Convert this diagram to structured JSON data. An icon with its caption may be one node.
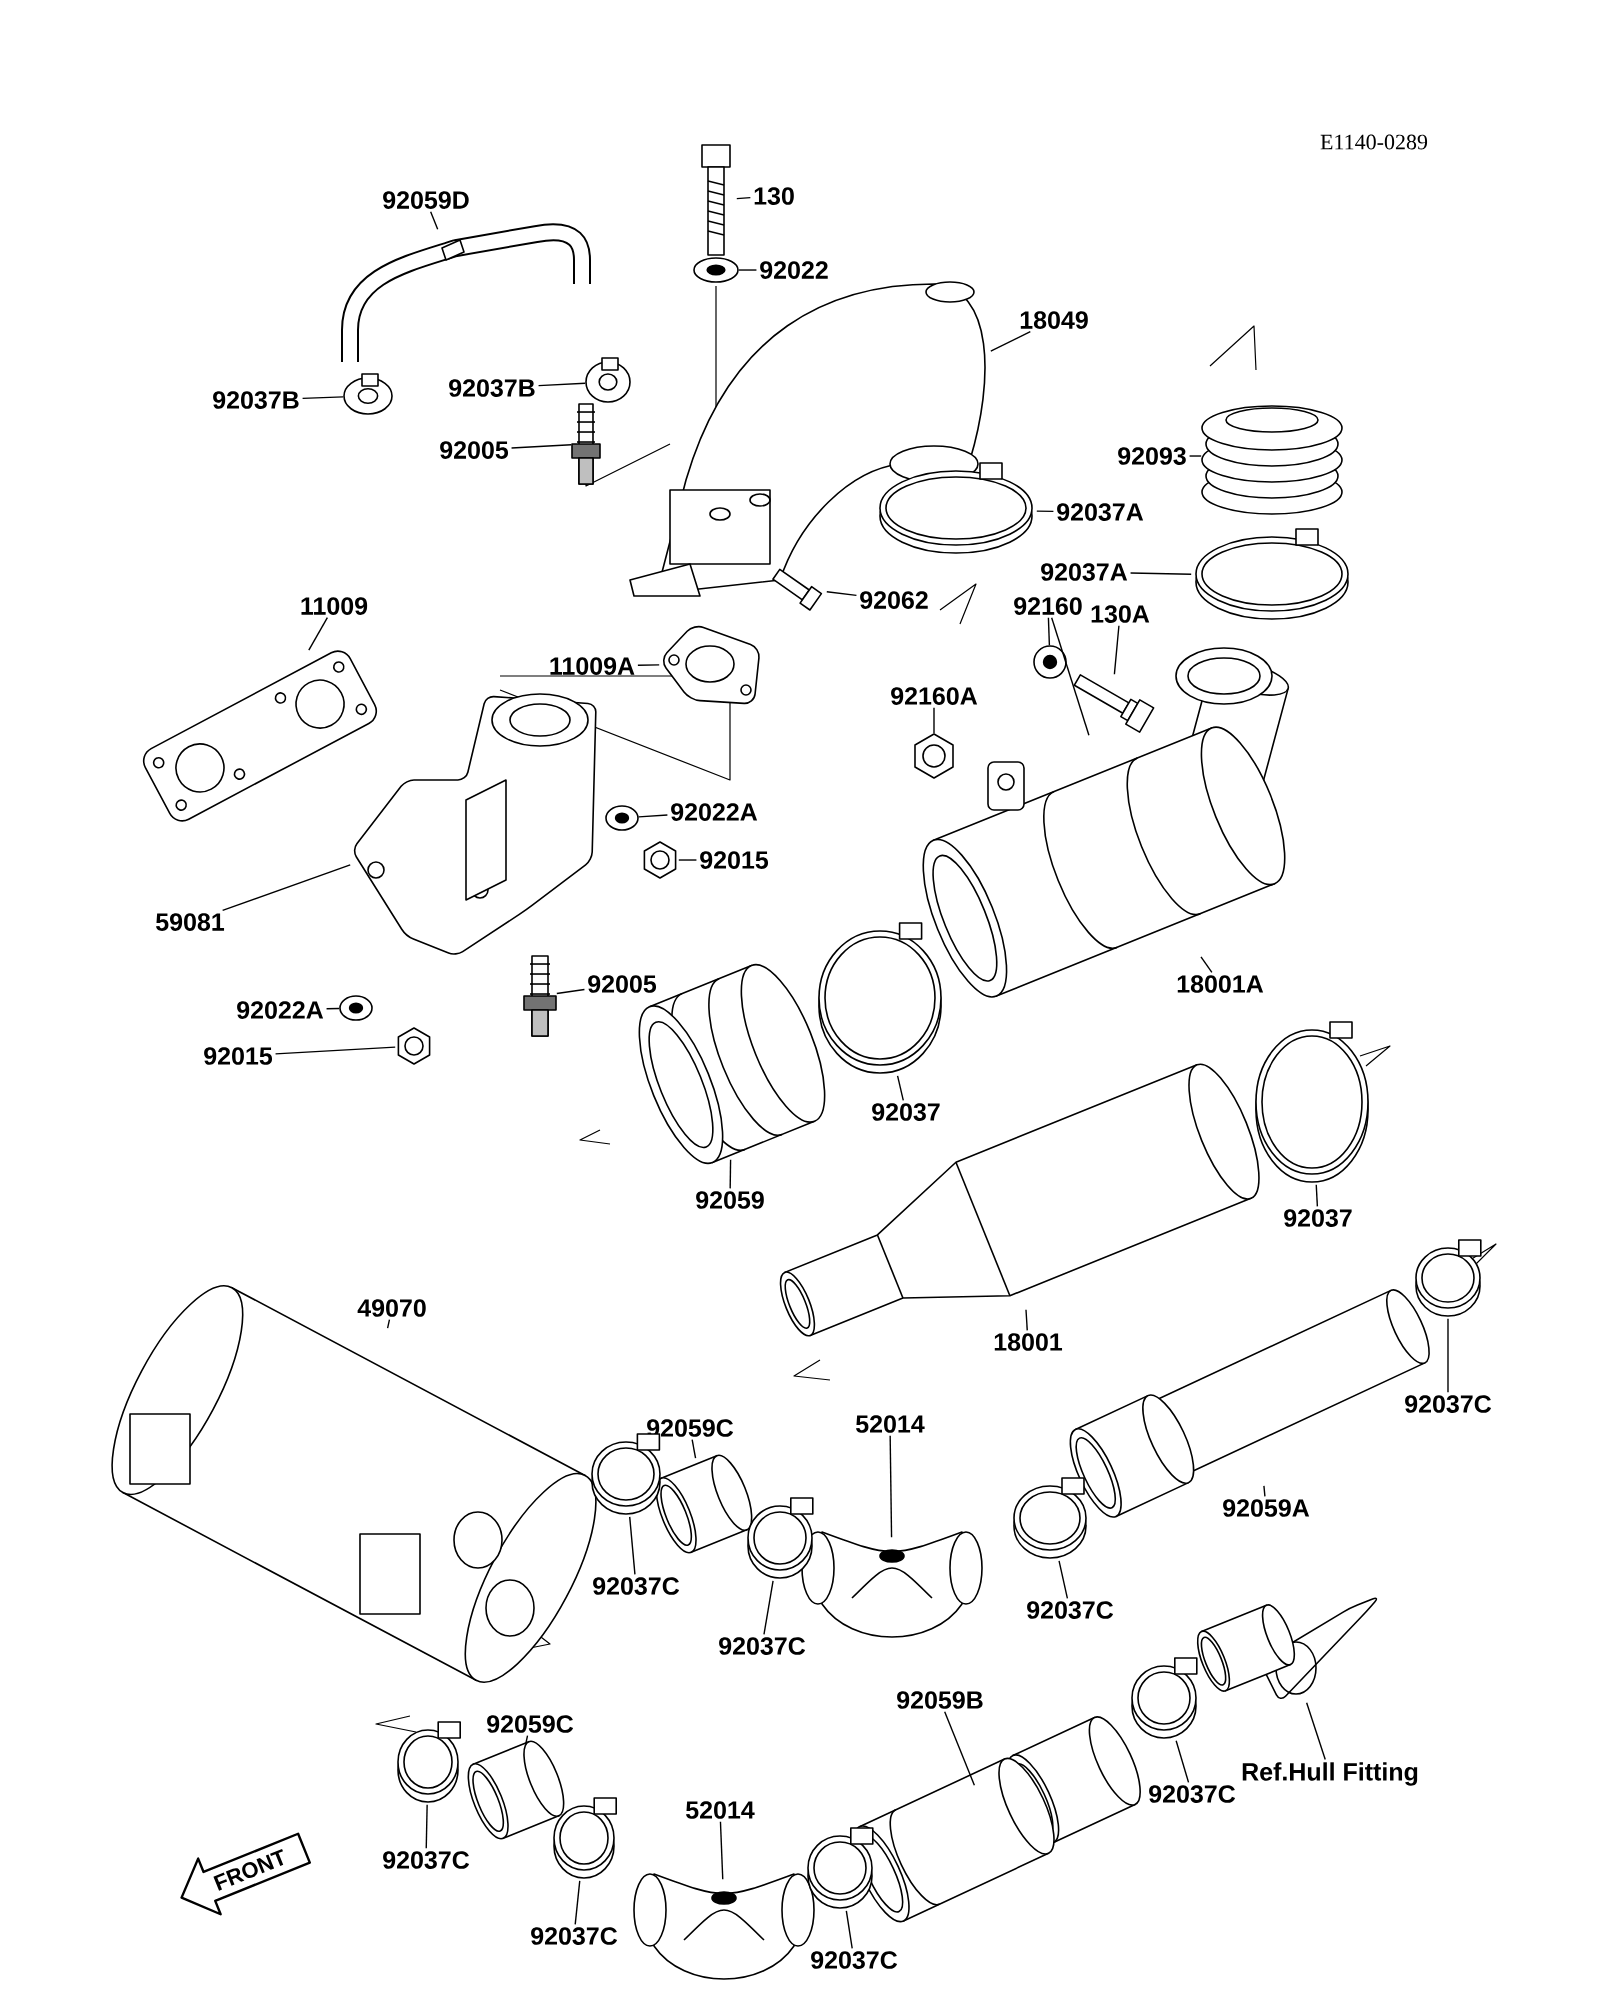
{
  "diagram": {
    "nodes": [
      {
        "text": [
          "92059D"
        ]
      },
      {
        "text": [],
        "shape": "picture"
      },
      {
        "text": [
          "130"
        ]
      },
      {
        "text": [],
        "shape": "picture"
      },
      {
        "text": [
          "92022"
        ]
      },
      {
        "text": [],
        "shape": "picture"
      },
      {
        "text": [
          "18049"
        ]
      },
      {
        "text": [],
        "shape": "picture"
      },
      {
        "text": [
          "92037B"
        ]
      },
      {
        "text": [],
        "shape": "picture"
      },
      {
        "text": [
          "92005"
        ]
      },
      {
        "text": [],
        "shape": "picture"
      },
      {
        "text": [
          "92037B"
        ]
      },
      {
        "text": [],
        "shape": "picture"
      },
      {
        "text": [
          "92093"
        ]
      },
      {
        "text": [],
        "shape": "picture"
      },
      {
        "text": [
          "92037A"
        ]
      },
      {
        "text": [],
        "shape": "picture"
      },
      {
        "text": [
          "92037A"
        ]
      },
      {
        "text": [],
        "shape": "picture"
      },
      {
        "text": [
          "92062"
        ]
      },
      {
        "text": [],
        "shape": "picture"
      },
      {
        "text": [
          "11009"
        ]
      },
      {
        "text": [],
        "shape": "picture"
      },
      {
        "text": [
          "11009A"
        ]
      },
      {
        "text": [],
        "shape": "picture"
      },
      {
        "text": [
          "92160"
        ]
      },
      {
        "text": [],
        "shape": "picture"
      },
      {
        "text": [
          "130A"
        ]
      },
      {
        "text": [],
        "shape": "picture"
      },
      {
        "text": [
          "92160A"
        ]
      },
      {
        "text": [],
        "shape": "picture"
      },
      {
        "text": [
          "59081"
        ]
      },
      {
        "text": [],
        "shape": "picture"
      },
      {
        "text": [
          "92022A"
        ]
      },
      {
        "text": [],
        "shape": "picture"
      },
      {
        "text": [
          "92015"
        ]
      },
      {
        "text": [],
        "shape": "picture"
      },
      {
        "text": [
          "92005"
        ]
      },
      {
        "text": [],
        "shape": "picture"
      },
      {
        "text": [
          "92022A"
        ]
      },
      {
        "text": [],
        "shape": "picture"
      },
      {
        "text": [
          "92015"
        ]
      },
      {
        "text": [],
        "shape": "picture"
      },
      {
        "text": [
          "18001A"
        ]
      },
      {
        "text": [],
        "shape": "picture"
      },
      {
        "text": [
          "92037"
        ]
      },
      {
        "text": [],
        "shape": "picture"
      },
      {
        "text": [
          "92059"
        ]
      },
      {
        "text": [],
        "shape": "picture"
      },
      {
        "text": [
          "92037"
        ]
      },
      {
        "text": [],
        "shape": "picture"
      },
      {
        "text": [
          "18001"
        ]
      },
      {
        "text": [],
        "shape": "picture"
      },
      {
        "text": [
          "49070"
        ]
      },
      {
        "text": [],
        "shape": "picture"
      },
      {
        "text": [
          "92059C"
        ]
      },
      {
        "text": [],
        "shape": "picture"
      },
      {
        "text": [
          "92037C"
        ]
      },
      {
        "text": [],
        "shape": "picture"
      },
      {
        "text": [
          "52014"
        ]
      },
      {
        "text": [],
        "shape": "picture"
      },
      {
        "text": [
          "92037C"
        ]
      },
      {
        "text": [],
        "shape": "picture"
      },
      {
        "text": [
          "92037C"
        ]
      },
      {
        "text": [],
        "shape": "picture"
      },
      {
        "text": [
          "92059A"
        ]
      },
      {
        "text": [],
        "shape": "picture"
      },
      {
        "text": [
          "92037C"
        ]
      },
      {
        "text": [],
        "shape": "picture"
      },
      {
        "text": [
          "92059C"
        ]
      },
      {
        "text": [],
        "shape": "picture"
      },
      {
        "text": [
          "92037C"
        ]
      },
      {
        "text": [],
        "shape": "picture"
      },
      {
        "text": [
          "92037C"
        ]
      },
      {
        "text": [],
        "shape": "picture"
      },
      {
        "text": [
          "52014"
        ]
      },
      {
        "text": [],
        "shape": "picture"
      },
      {
        "text": [
          "92059B"
        ]
      },
      {
        "text": [],
        "shape": "picture"
      },
      {
        "text": [
          "92037C"
        ]
      },
      {
        "text": [],
        "shape": "picture"
      },
      {
        "text": [
          "92037C"
        ]
      },
      {
        "text": [],
        "shape": "picture"
      },
      {
        "text": [
          "Ref.Hull Fitting"
        ]
      },
      {
        "text": [],
        "shape": "picture"
      },
      {
        "text": [
          "FRONT"
        ]
      }
    ],
    "edges": [
      {
        "from": 0,
        "to": 1,
        "arrow": "none"
      },
      {
        "from": 2,
        "to": 3,
        "arrow": "none"
      },
      {
        "from": 4,
        "to": 5,
        "arrow": "none"
      },
      {
        "from": 6,
        "to": 7,
        "arrow": "none"
      },
      {
        "from": 8,
        "to": 9,
        "arrow": "none"
      },
      {
        "from": 10,
        "to": 11,
        "arrow": "none"
      },
      {
        "from": 12,
        "to": 13,
        "arrow": "none"
      },
      {
        "from": 14,
        "to": 15,
        "arrow": "none"
      },
      {
        "from": 16,
        "to": 17,
        "arrow": "none"
      },
      {
        "from": 18,
        "to": 19,
        "arrow": "none"
      },
      {
        "from": 20,
        "to": 21,
        "arrow": "none"
      },
      {
        "from": 22,
        "to": 23,
        "arrow": "none"
      },
      {
        "from": 24,
        "to": 25,
        "arrow": "none"
      },
      {
        "from": 26,
        "to": 27,
        "arrow": "none"
      },
      {
        "from": 28,
        "to": 29,
        "arrow": "none"
      },
      {
        "from": 30,
        "to": 31,
        "arrow": "none"
      },
      {
        "from": 32,
        "to": 33,
        "arrow": "none"
      },
      {
        "from": 34,
        "to": 35,
        "arrow": "none"
      },
      {
        "from": 36,
        "to": 37,
        "arrow": "none"
      },
      {
        "from": 38,
        "to": 39,
        "arrow": "none"
      },
      {
        "from": 40,
        "to": 41,
        "arrow": "none"
      },
      {
        "from": 42,
        "to": 43,
        "arrow": "none"
      },
      {
        "from": 44,
        "to": 45,
        "arrow": "none"
      },
      {
        "from": 46,
        "to": 47,
        "arrow": "none"
      },
      {
        "from": 48,
        "to": 49,
        "arrow": "none"
      },
      {
        "from": 50,
        "to": 51,
        "arrow": "none"
      },
      {
        "from": 52,
        "to": 53,
        "arrow": "none"
      },
      {
        "from": 54,
        "to": 55,
        "arrow": "none"
      },
      {
        "from": 56,
        "to": 57,
        "arrow": "none"
      },
      {
        "from": 58,
        "to": 59,
        "arrow": "none"
      },
      {
        "from": 60,
        "to": 61,
        "arrow": "none"
      },
      {
        "from": 62,
        "to": 63,
        "arrow": "none"
      },
      {
        "from": 64,
        "to": 65,
        "arrow": "none"
      },
      {
        "from": 66,
        "to": 67,
        "arrow": "none"
      },
      {
        "from": 68,
        "to": 69,
        "arrow": "none"
      },
      {
        "from": 70,
        "to": 71,
        "arrow": "none"
      },
      {
        "from": 72,
        "to": 73,
        "arrow": "none"
      },
      {
        "from": 74,
        "to": 75,
        "arrow": "none"
      },
      {
        "from": 76,
        "to": 77,
        "arrow": "none"
      },
      {
        "from": 78,
        "to": 79,
        "arrow": "none"
      },
      {
        "from": 80,
        "to": 81,
        "arrow": "none"
      },
      {
        "from": 82,
        "to": 83,
        "arrow": "none"
      },
      {
        "from": 84,
        "to": 85,
        "arrow": "none"
      },
      {
        "from": 26,
        "to": 45,
        "arrow": "none"
      }
    ],
    "labels": [
      "E1140-0289"
    ]
  }
}
